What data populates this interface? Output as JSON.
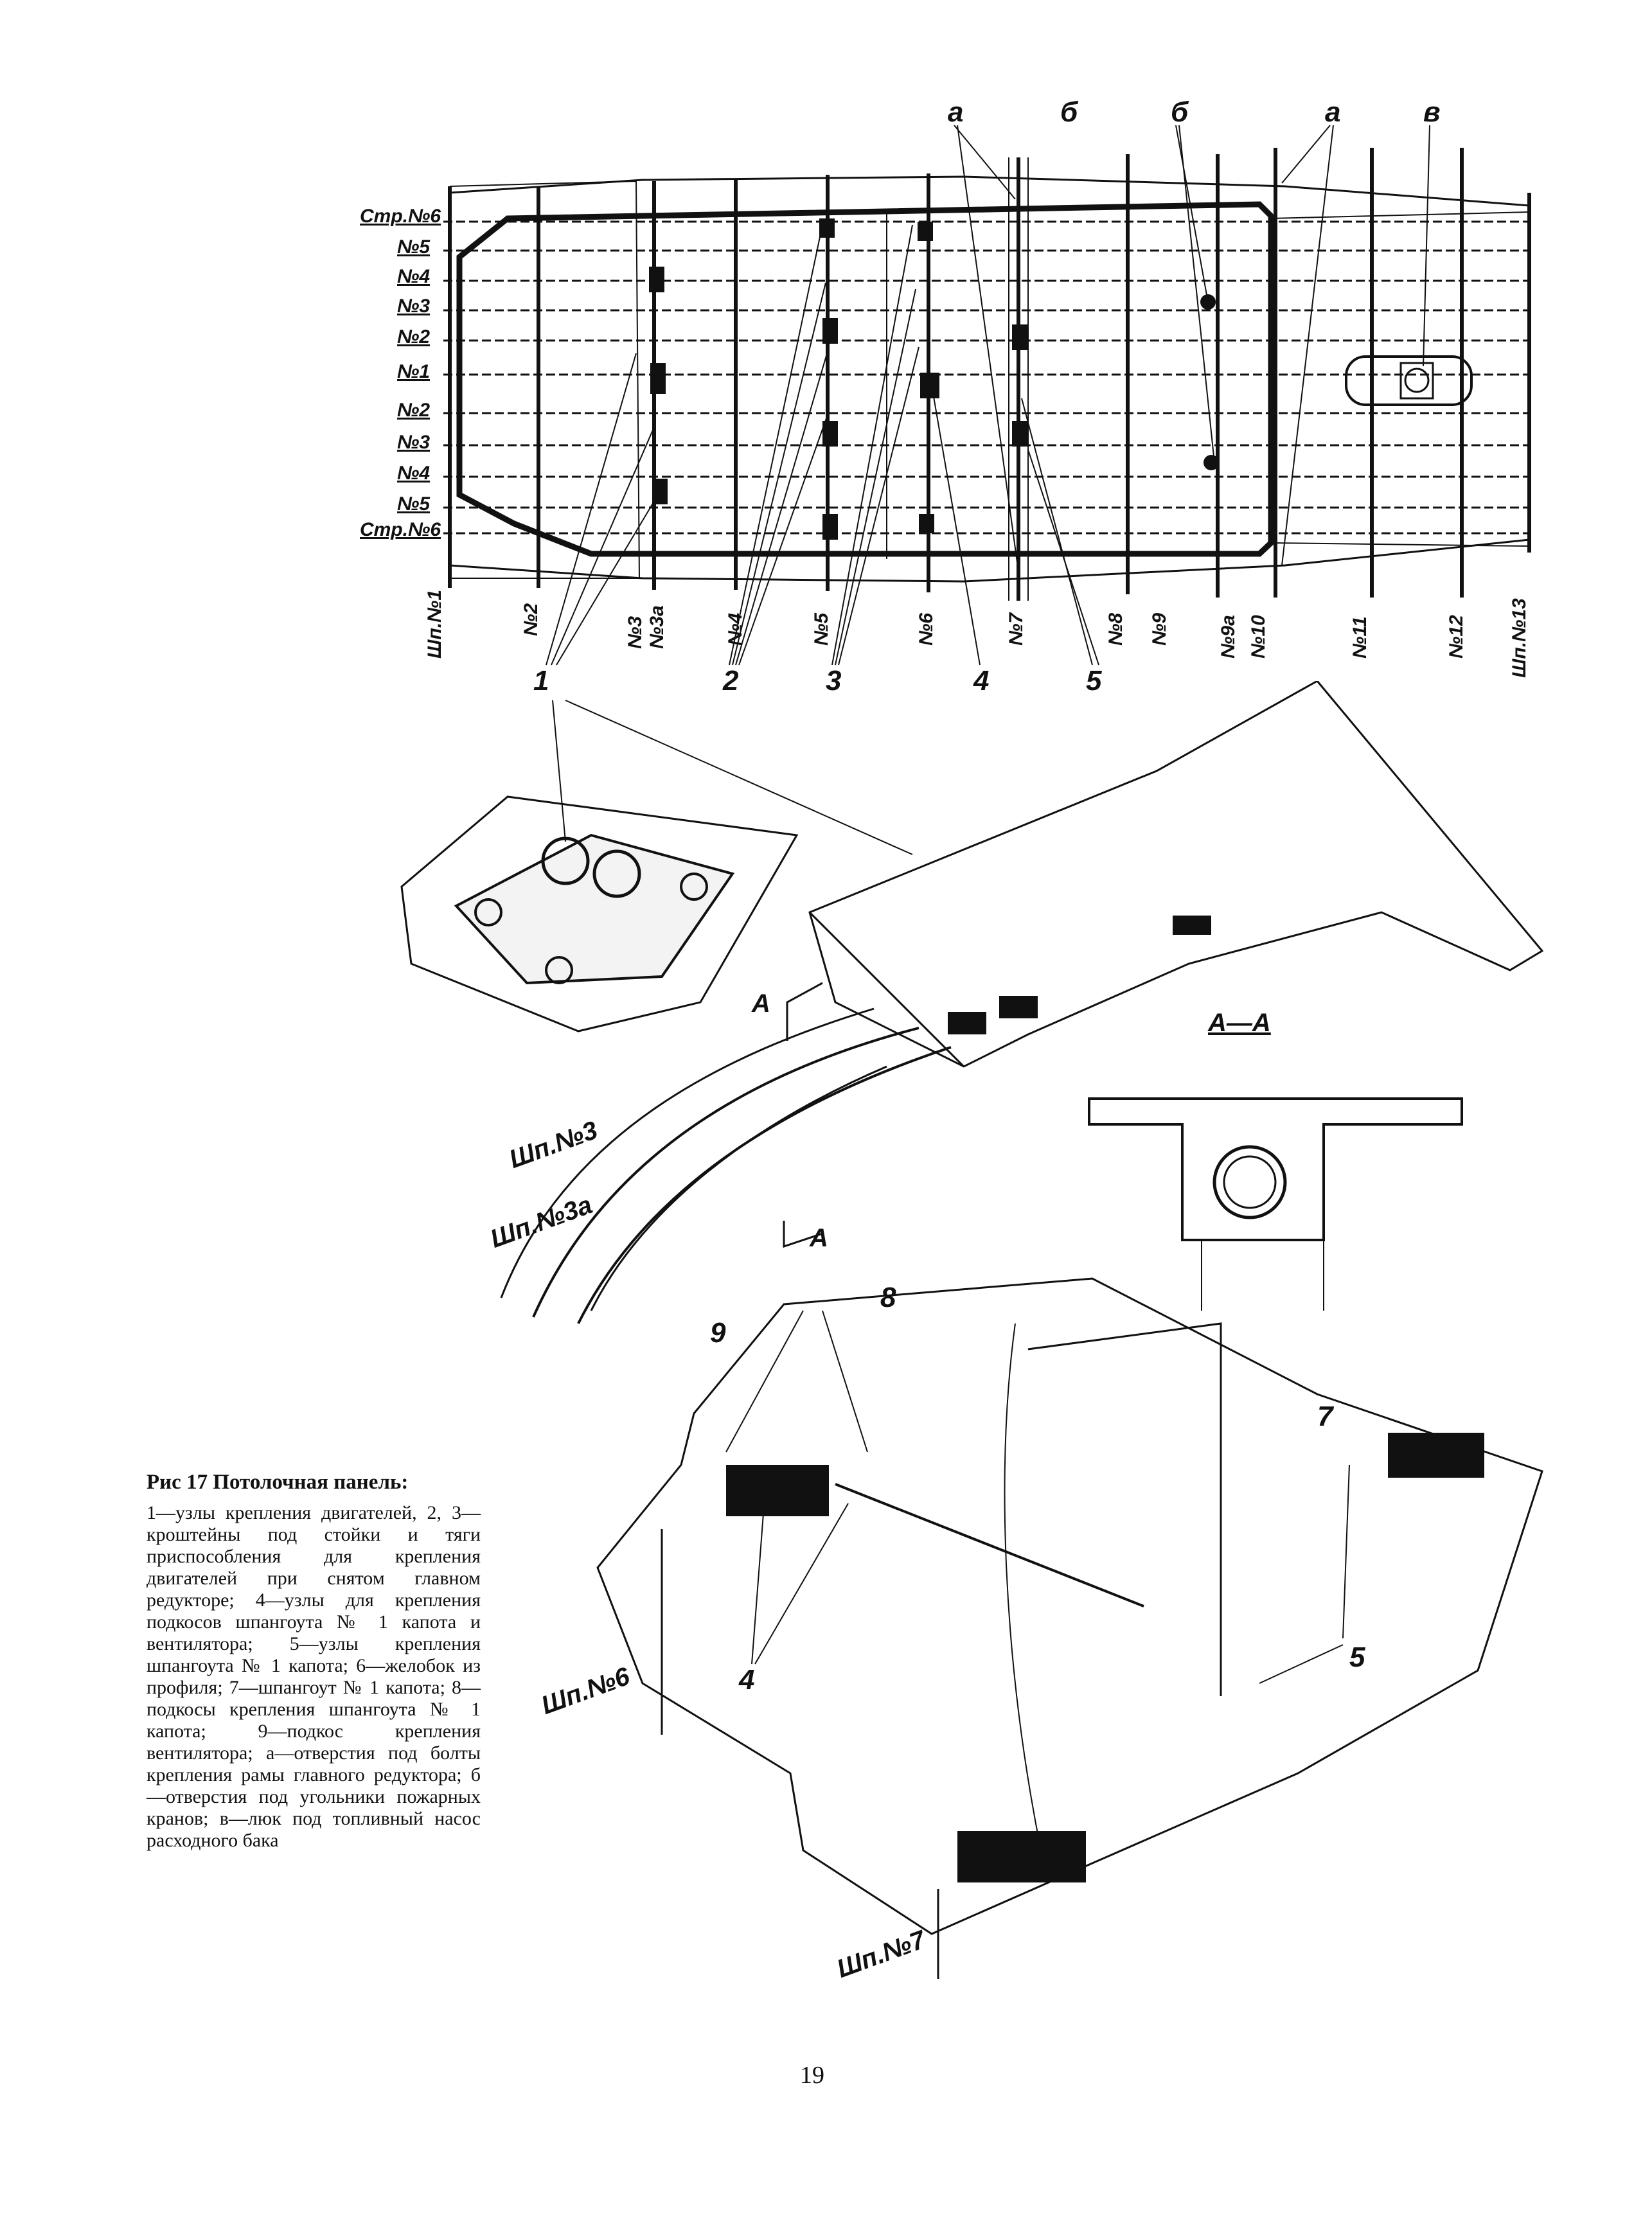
{
  "figure": {
    "stringer_labels": [
      "Стр.№6",
      "№5",
      "№4",
      "№3",
      "№2",
      "№1",
      "№2",
      "№3",
      "№4",
      "№5",
      "Стр.№6"
    ],
    "frame_labels": [
      "Шп.№1",
      "№2",
      "№3",
      "№3а",
      "№4",
      "№5",
      "№6",
      "№7",
      "№8",
      "№9",
      "№9а",
      "№10",
      "№11",
      "№12",
      "Шп.№13"
    ],
    "top_letters": [
      "а",
      "б",
      "б",
      "а",
      "в"
    ],
    "bottom_numbers": [
      "1",
      "2",
      "3",
      "4",
      "5"
    ],
    "detail_labels": {
      "arrow_a_top": "А",
      "arrow_a_bottom": "А",
      "section": "А—А",
      "frame_3": "Шп.№3",
      "frame_3a": "Шп.№3а",
      "frame_6": "Шп.№6",
      "frame_7": "Шп.№7",
      "node_1": "1",
      "node_4": "4",
      "node_5": "5",
      "node_7": "7",
      "node_8": "8",
      "node_9": "9"
    }
  },
  "caption": {
    "title": "Рис 17 Потолочная панель:",
    "body": "1—узлы крепления двигателей, 2, 3—кроштейны под стойки и тяги приспособления для крепления двигателей при снятом главном редукторе; 4—узлы для крепления подкосов шпангоута № 1 капота и вентилятора; 5—узлы крепления шпангоута № 1 капота; 6—желобок из профиля; 7—шпангоут № 1 капота; 8—подкосы крепления шпангоута № 1 капота; 9—подкос крепления вентилятора; а—отверстия под болты крепления рамы главного редуктора; б—отверстия под угольники пожарных кранов; в—люк под топливный насос расходного бака"
  },
  "page_number": "19"
}
